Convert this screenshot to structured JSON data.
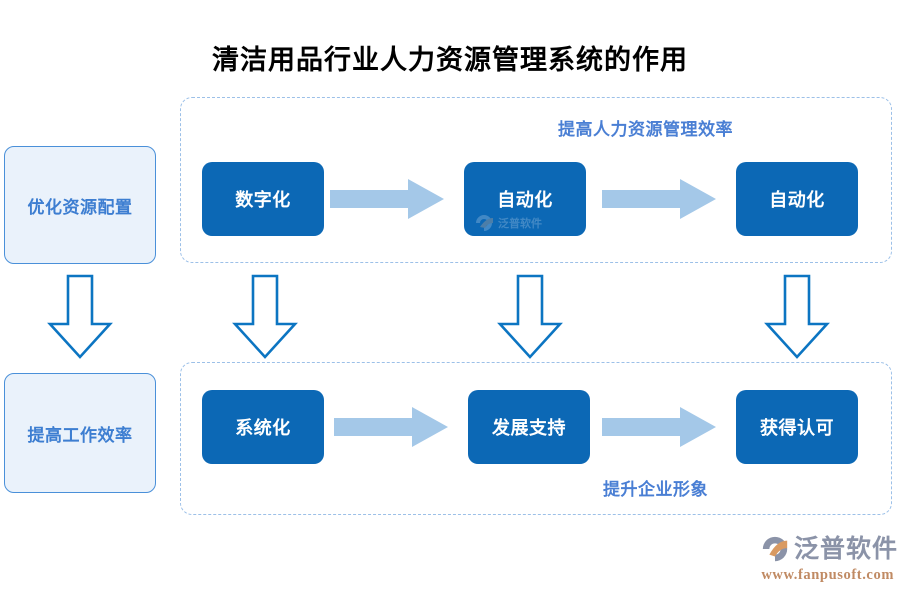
{
  "title": "清洁用品行业人力资源管理系统的作用",
  "colors": {
    "step_box_fill": "#0c68b5",
    "step_box_text": "#ffffff",
    "side_box_fill": "#eaf2fb",
    "side_box_border": "#4a90d9",
    "side_box_text": "#3d7ed1",
    "panel_border": "#9cc0e8",
    "panel_label_text": "#4a7fd4",
    "h_arrow_fill": "#a4c8e8",
    "v_arrow_stroke": "#0c75c2",
    "title_text": "#000000",
    "logo_word": "#8b93a8",
    "logo_url": "#c08a63",
    "logo_mark_swoosh": "#d99a62",
    "background": "#ffffff"
  },
  "side_boxes": [
    {
      "label": "优化资源配置"
    },
    {
      "label": "提高工作效率"
    }
  ],
  "panels": [
    {
      "label": "提高人力资源管理效率",
      "label_position": "top-right",
      "steps": [
        {
          "label": "数字化",
          "watermark": false
        },
        {
          "label": "自动化",
          "watermark": true
        },
        {
          "label": "自动化",
          "watermark": false
        }
      ],
      "arrows": [
        {
          "direction": "right"
        },
        {
          "direction": "right"
        }
      ]
    },
    {
      "label": "提升企业形象",
      "label_position": "bottom-right",
      "steps": [
        {
          "label": "系统化",
          "watermark": false
        },
        {
          "label": "发展支持",
          "watermark": false
        },
        {
          "label": "获得认可",
          "watermark": false
        }
      ],
      "arrows": [
        {
          "direction": "right"
        },
        {
          "direction": "right"
        }
      ]
    }
  ],
  "vertical_arrows": [
    {
      "direction": "down"
    },
    {
      "direction": "down"
    },
    {
      "direction": "down"
    },
    {
      "direction": "down"
    }
  ],
  "logo": {
    "mark": "fanpu-swoosh-icon",
    "name": "泛普软件",
    "url": "www.fanpusoft.com"
  },
  "watermark": {
    "name": "泛普软件"
  }
}
